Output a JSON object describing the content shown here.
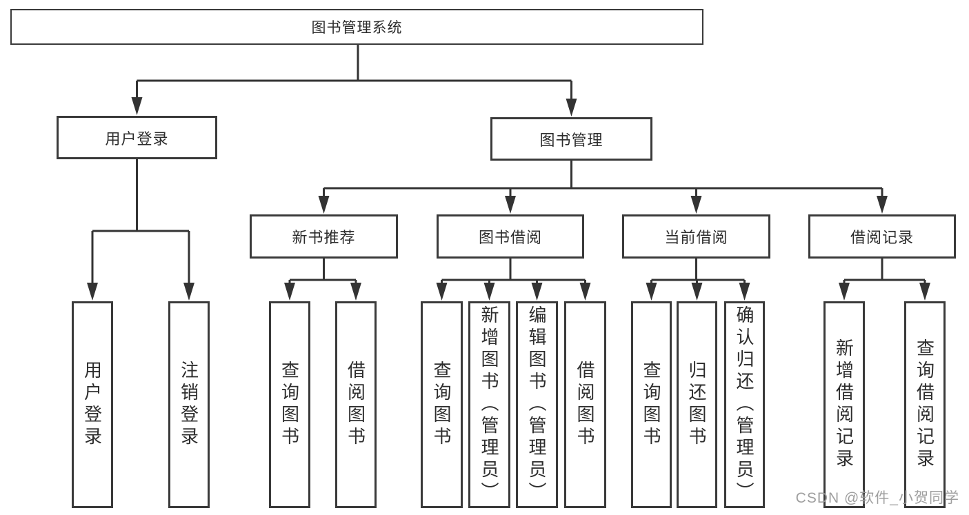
{
  "tree": {
    "label": "图书管理系统",
    "children": [
      {
        "label": "用户登录",
        "children": [
          {
            "label": "用户登录"
          },
          {
            "label": "注销登录"
          }
        ]
      },
      {
        "label": "图书管理",
        "children": [
          {
            "label": "新书推荐",
            "children": [
              {
                "label": "查询图书"
              },
              {
                "label": "借阅图书"
              }
            ]
          },
          {
            "label": "图书借阅",
            "children": [
              {
                "label": "查询图书"
              },
              {
                "label": "新增图书（管理员）"
              },
              {
                "label": "编辑图书（管理员）"
              },
              {
                "label": "借阅图书"
              }
            ]
          },
          {
            "label": "当前借阅",
            "children": [
              {
                "label": "查询图书"
              },
              {
                "label": "归还图书"
              },
              {
                "label": "确认归还（管理员）"
              }
            ]
          },
          {
            "label": "借阅记录",
            "children": [
              {
                "label": "新增借阅记录"
              },
              {
                "label": "查询借阅记录"
              }
            ]
          }
        ]
      }
    ]
  },
  "watermark": {
    "text": "CSDN @软件_小贺同学"
  },
  "colors": {
    "line": "#333333",
    "box_border": "#3a3a3a",
    "text": "#2d2d2d",
    "watermark": "#9a9a9a",
    "background": "#ffffff"
  }
}
